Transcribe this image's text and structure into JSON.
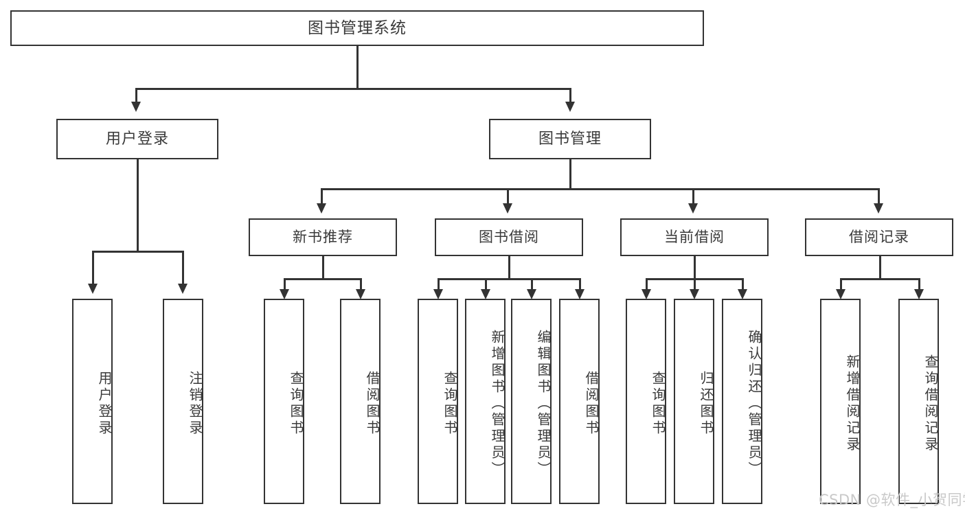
{
  "diagram": {
    "title": "图书管理系统",
    "type": "tree-hierarchy-chart",
    "root": {
      "label": "图书管理系统"
    },
    "level2": [
      {
        "label": "用户登录"
      },
      {
        "label": "图书管理"
      }
    ],
    "level3": [
      {
        "label": "新书推荐"
      },
      {
        "label": "图书借阅"
      },
      {
        "label": "当前借阅"
      },
      {
        "label": "借阅记录"
      }
    ],
    "leaves": {
      "user_login": [
        {
          "label": "用户登录"
        },
        {
          "label": "注销登录"
        }
      ],
      "new_book_recommend": [
        {
          "label": "查询图书"
        },
        {
          "label": "借阅图书"
        }
      ],
      "book_borrow": [
        {
          "label": "查询图书"
        },
        {
          "label": "新增图书（管理员）"
        },
        {
          "label": "编辑图书（管理员）"
        },
        {
          "label": "借阅图书"
        }
      ],
      "current_borrow": [
        {
          "label": "查询图书"
        },
        {
          "label": "归还图书"
        },
        {
          "label": "确认归还（管理员）"
        }
      ],
      "borrow_record": [
        {
          "label": "新增借阅记录"
        },
        {
          "label": "查询借阅记录"
        }
      ]
    }
  },
  "watermark": {
    "text": "CSDN @软件_小贺同学"
  },
  "colors": {
    "border": "#333333",
    "text": "#3a3a3a",
    "background": "#ffffff",
    "watermark": "#c9c9c9"
  }
}
